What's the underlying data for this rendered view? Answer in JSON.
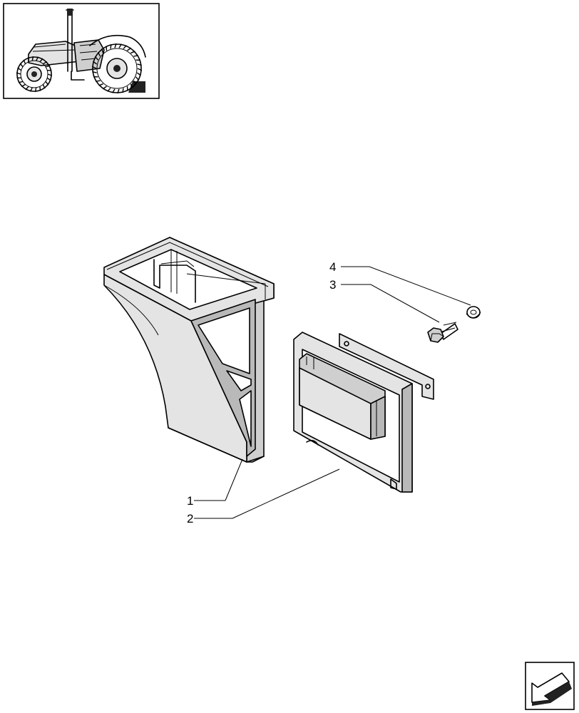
{
  "callouts": [
    {
      "number": "1"
    },
    {
      "number": "2"
    },
    {
      "number": "3"
    },
    {
      "number": "4"
    }
  ],
  "icons": {
    "thumbnail": "tractor-thumbnail-icon",
    "navigation": "next-page-arrow-icon"
  }
}
